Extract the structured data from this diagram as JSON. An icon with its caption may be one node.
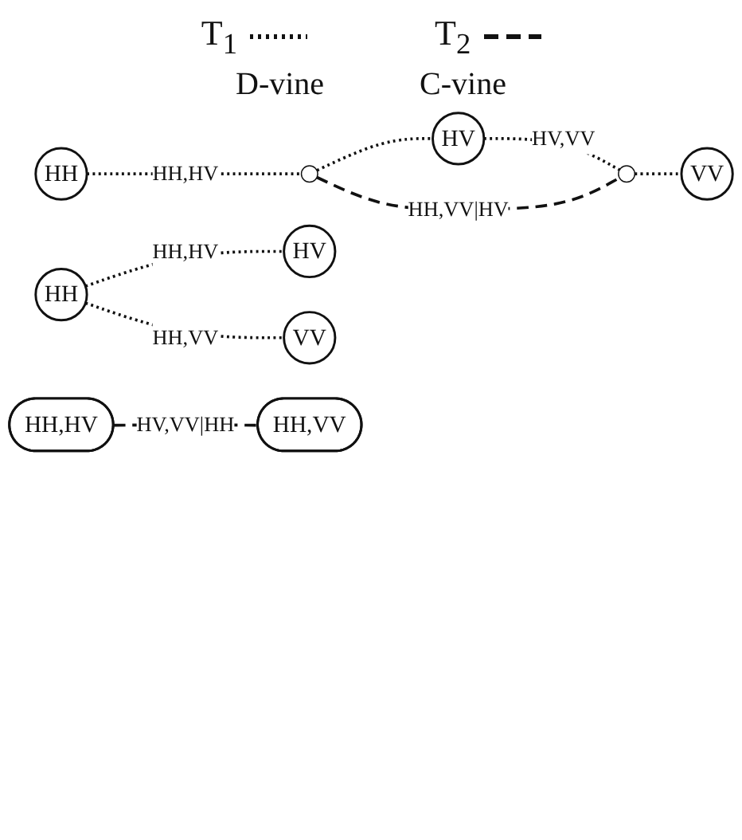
{
  "diagram": {
    "nodes": [
      {
        "text": [
          "HH"
        ]
      },
      {
        "text": [
          "HV"
        ]
      },
      {
        "text": [
          "VV"
        ]
      },
      {
        "text": [],
        "shape": "point"
      },
      {
        "text": [],
        "shape": "point"
      },
      {
        "text": [
          "HV"
        ]
      },
      {
        "text": [
          "HH"
        ]
      },
      {
        "text": [
          "HH,HV"
        ]
      },
      {
        "text": [
          "HH,VV"
        ]
      },
      {
        "text": [
          "VV"
        ]
      }
    ],
    "edges": [
      {
        "from": 0,
        "to": 3,
        "arrow": "none",
        "label": "HH,HV"
      },
      {
        "from": 3,
        "to": 1,
        "arrow": "none"
      },
      {
        "from": 1,
        "to": 4,
        "arrow": "none",
        "label": "HV,VV"
      },
      {
        "from": 4,
        "to": 2,
        "arrow": "none"
      },
      {
        "from": 3,
        "to": 4,
        "arrow": "none",
        "label": "HH,VV|HV",
        "style": "dashed"
      },
      {
        "from": 6,
        "to": 5,
        "arrow": "none",
        "label": "HH,HV"
      },
      {
        "from": 6,
        "to": 9,
        "arrow": "none",
        "label": "HH,VV"
      },
      {
        "from": 7,
        "to": 8,
        "arrow": "none",
        "label": "HV,VV|HH",
        "style": "dashed"
      }
    ],
    "labels": [
      "D-vine",
      "C-vine"
    ],
    "legend": [
      {
        "text": "T$_{1}$"
      },
      {
        "text": "T$_{2}$"
      }
    ]
  }
}
